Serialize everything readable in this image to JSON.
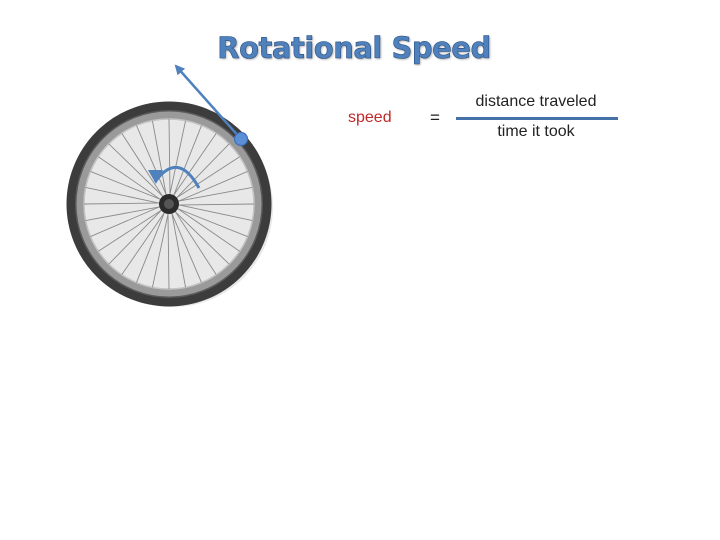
{
  "slide": {
    "title": "Rotational Speed",
    "equation": {
      "lhs": "speed",
      "equals": "=",
      "numerator": "distance traveled",
      "denominator": "time it took"
    }
  },
  "colors": {
    "title": "#4f81bd",
    "speed_word": "#c0282a",
    "arrow": "#4f81bd",
    "fraction_line": "#4472a8",
    "tire": "#3c3c3c",
    "rim": "#9a9a9a",
    "point": "#5b8fd6"
  },
  "wheel": {
    "spoke_count": 32
  }
}
